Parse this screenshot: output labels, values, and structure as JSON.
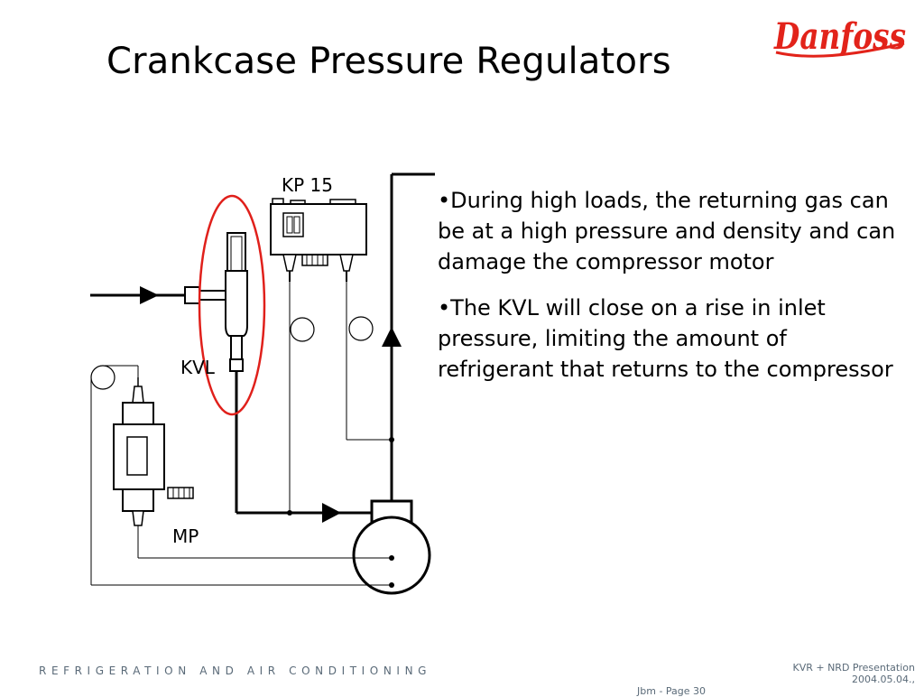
{
  "slide": {
    "title": "Crankcase Pressure Regulators",
    "logo_text": "Danfoss"
  },
  "diagram": {
    "labels": {
      "kp15": "KP 15",
      "kvl": "KVL",
      "mp": "MP"
    },
    "highlight_color": "#e0201b"
  },
  "bullets": [
    "•During high loads, the returning gas can be at a high pressure and density and can damage the compressor motor",
    "•The KVL will close on a rise in inlet pressure, limiting the amount of refrigerant that returns to the compressor"
  ],
  "footer": {
    "left": "REFRIGERATION AND AIR CONDITIONING",
    "right_line1": "KVR + NRD Presentation",
    "right_line2": "2004.05.04.,",
    "page": "Jbm - Page 30"
  },
  "colors": {
    "logo_red": "#e2231a",
    "footer_gray": "#5a6a78"
  }
}
